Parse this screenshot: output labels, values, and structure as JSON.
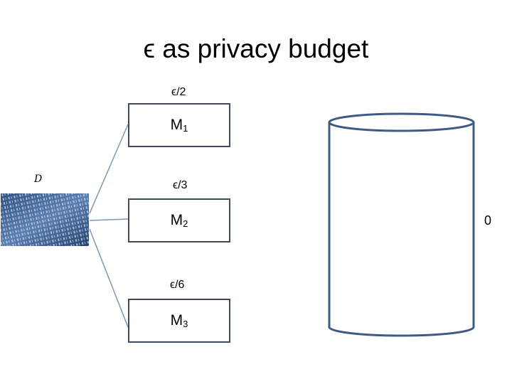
{
  "title": "ϵ as privacy budget",
  "dataset_label": "D",
  "mechanisms": [
    {
      "name": "M",
      "sub": "1",
      "budget": "ϵ/2"
    },
    {
      "name": "M",
      "sub": "2",
      "budget": "ϵ/3"
    },
    {
      "name": "M",
      "sub": "3",
      "budget": "ϵ/6"
    }
  ],
  "budget_level_label": "0",
  "colors": {
    "box_border": "#3f4a5c",
    "wire": "#7f97b7",
    "cylinder_stroke": "#3f5a86",
    "data_image": "#3d5f8f"
  }
}
